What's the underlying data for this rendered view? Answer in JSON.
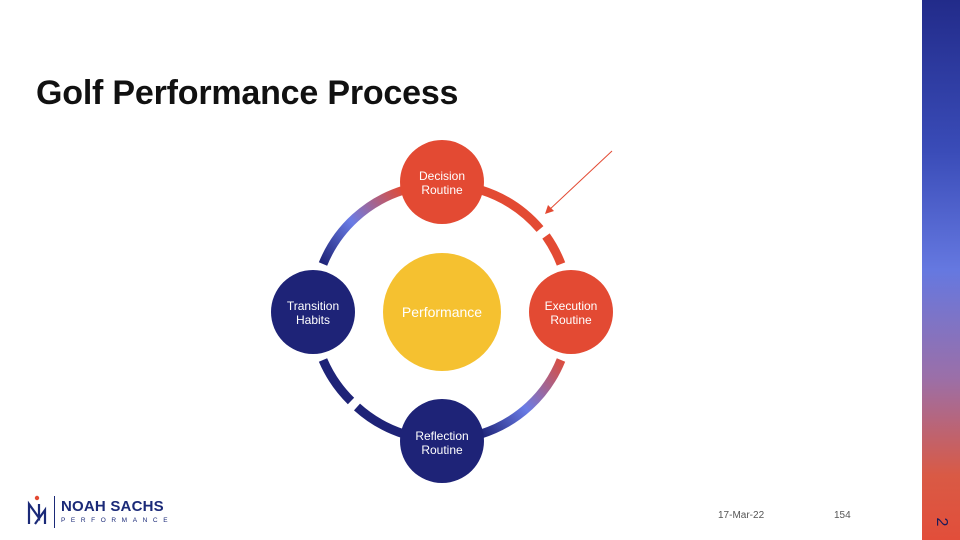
{
  "slide": {
    "title": "Golf Performance Process",
    "date": "17-Mar-22",
    "page_number": "154",
    "side_number": "2"
  },
  "logo": {
    "name": "NOAH SACHS",
    "subtitle": "PERFORMANCE"
  },
  "diagram": {
    "center": {
      "label": "Performance",
      "color": "#f5c130"
    },
    "nodes": [
      {
        "id": "decision",
        "lines": [
          "Decision",
          "Routine"
        ],
        "color": "#e34a33"
      },
      {
        "id": "execution",
        "lines": [
          "Execution",
          "Routine"
        ],
        "color": "#e34a33"
      },
      {
        "id": "reflection",
        "lines": [
          "Reflection",
          "Routine"
        ],
        "color": "#1e2377"
      },
      {
        "id": "transition",
        "lines": [
          "Transition",
          "Habits"
        ],
        "color": "#1e2377"
      }
    ],
    "colors": {
      "red": "#e34a33",
      "navy": "#1e2377",
      "periwinkle": "#6a7ce6",
      "arrow": "#e34a33"
    }
  }
}
